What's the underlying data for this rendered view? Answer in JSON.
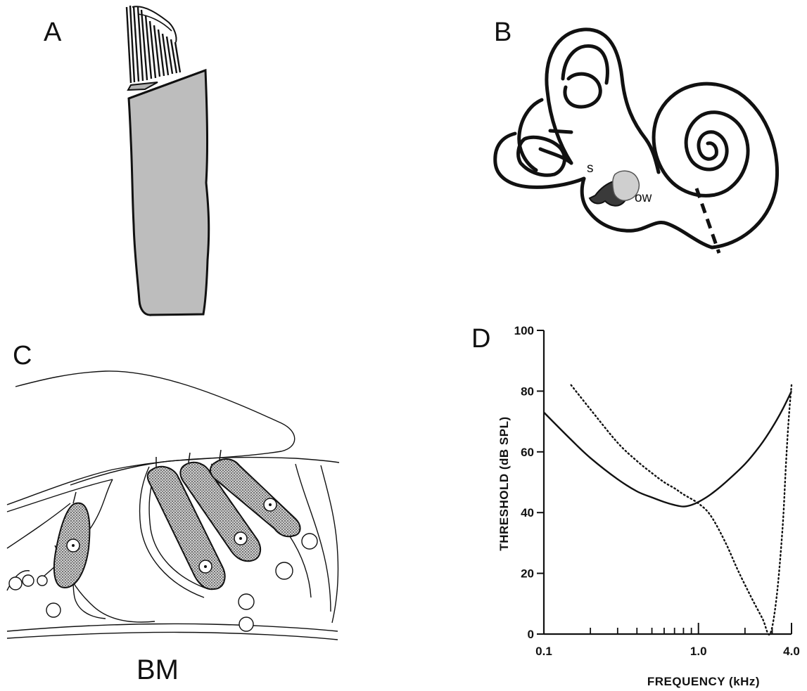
{
  "panels": {
    "a": {
      "letter": "A"
    },
    "b": {
      "letter": "B",
      "stapes_label": "s",
      "oval_window_label": "ow"
    },
    "c": {
      "letter": "C",
      "bm_label": "BM"
    },
    "d": {
      "letter": "D"
    }
  },
  "colors": {
    "ink": "#111111",
    "hair_cell_fill": "#bdbdbd",
    "stereocilia_fill": "#b3b3b3",
    "ossicle_dark": "#3a3a3a",
    "ossicle_light": "#cfcfcf"
  },
  "chart_data": {
    "type": "line",
    "title": "",
    "xlabel": "FREQUENCY (kHz)",
    "ylabel": "THRESHOLD (dB SPL)",
    "x_scale": "log",
    "xlim": [
      0.1,
      4.0
    ],
    "ylim": [
      0,
      100
    ],
    "x_ticks": [
      {
        "value": 0.1,
        "label": "0.1"
      },
      {
        "value": 1.0,
        "label": "1.0"
      },
      {
        "value": 4.0,
        "label": "4.0"
      }
    ],
    "y_ticks": [
      {
        "value": 0,
        "label": "0"
      },
      {
        "value": 20,
        "label": "20"
      },
      {
        "value": 40,
        "label": "40"
      },
      {
        "value": 60,
        "label": "60"
      },
      {
        "value": 80,
        "label": "80"
      },
      {
        "value": 100,
        "label": "100"
      }
    ],
    "grid": false,
    "legend": "none",
    "series": [
      {
        "style": "solid",
        "points": [
          [
            0.1,
            73
          ],
          [
            0.15,
            64
          ],
          [
            0.2,
            58
          ],
          [
            0.3,
            51
          ],
          [
            0.4,
            47
          ],
          [
            0.5,
            45
          ],
          [
            0.6,
            43.5
          ],
          [
            0.7,
            42.5
          ],
          [
            0.8,
            42
          ],
          [
            0.9,
            42.5
          ],
          [
            1.0,
            43.5
          ],
          [
            1.2,
            46
          ],
          [
            1.5,
            50
          ],
          [
            2.0,
            56
          ],
          [
            2.5,
            62
          ],
          [
            3.0,
            68
          ],
          [
            3.5,
            74
          ],
          [
            4.0,
            80
          ]
        ]
      },
      {
        "style": "dotted",
        "points": [
          [
            0.15,
            82
          ],
          [
            0.2,
            74
          ],
          [
            0.3,
            63
          ],
          [
            0.4,
            57
          ],
          [
            0.5,
            53
          ],
          [
            0.6,
            50
          ],
          [
            0.7,
            48
          ],
          [
            0.8,
            46
          ],
          [
            1.0,
            43
          ],
          [
            1.2,
            39
          ],
          [
            1.5,
            30
          ],
          [
            1.8,
            21
          ],
          [
            2.2,
            12
          ],
          [
            2.6,
            5
          ],
          [
            2.9,
            0
          ],
          [
            3.2,
            12
          ],
          [
            3.5,
            35
          ],
          [
            3.7,
            58
          ],
          [
            3.85,
            72
          ],
          [
            4.0,
            82
          ]
        ]
      }
    ]
  }
}
